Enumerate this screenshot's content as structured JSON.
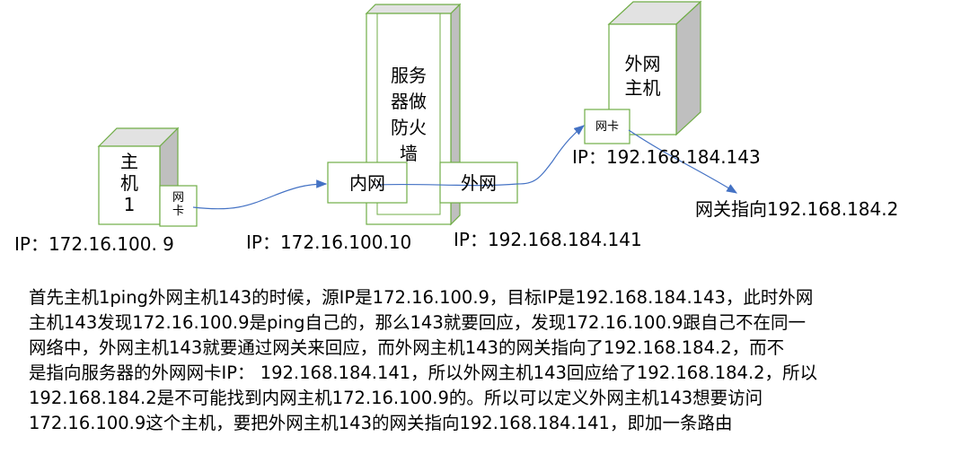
{
  "host1": {
    "label": "主\n机\n1",
    "nic": "网\n卡",
    "ip": "IP：172.16.100. 9"
  },
  "firewall": {
    "label": "服务\n器做\n防火\n墙",
    "inner_nic": "内网",
    "outer_nic": "外网",
    "inner_ip": "IP：172.16.100.10",
    "outer_ip": "IP：192.168.184.141"
  },
  "ext_host": {
    "label": "外网\n主机",
    "nic": "网卡",
    "ip": "IP：192.168.184.143",
    "gateway": "网关指向192.168.184.2"
  },
  "description": [
    "首先主机1ping外网主机143的时候，源IP是172.16.100.9，目标IP是192.168.184.143，此时外网",
    "主机143发现172.16.100.9是ping自己的，那么143就要回应，发现172.16.100.9跟自己不在同一",
    "网络中，外网主机143就要通过网关来回应，而外网主机143的网关指向了192.168.184.2，而不",
    "是指向服务器的外网网卡IP： 192.168.184.141，所以外网主机143回应给了192.168.184.2，所以",
    "192.168.184.2是不可能找到内网主机172.16.100.9的。所以可以定义外网主机143想要访问",
    "172.16.100.9这个主机，要把外网主机143的网关指向192.168.184.141，即加一条路由"
  ],
  "colors": {
    "box_border": "#70ad47",
    "box_top": "#e2e2e2",
    "box_side": "#bfbfbf",
    "arrow": "#4472c4"
  }
}
